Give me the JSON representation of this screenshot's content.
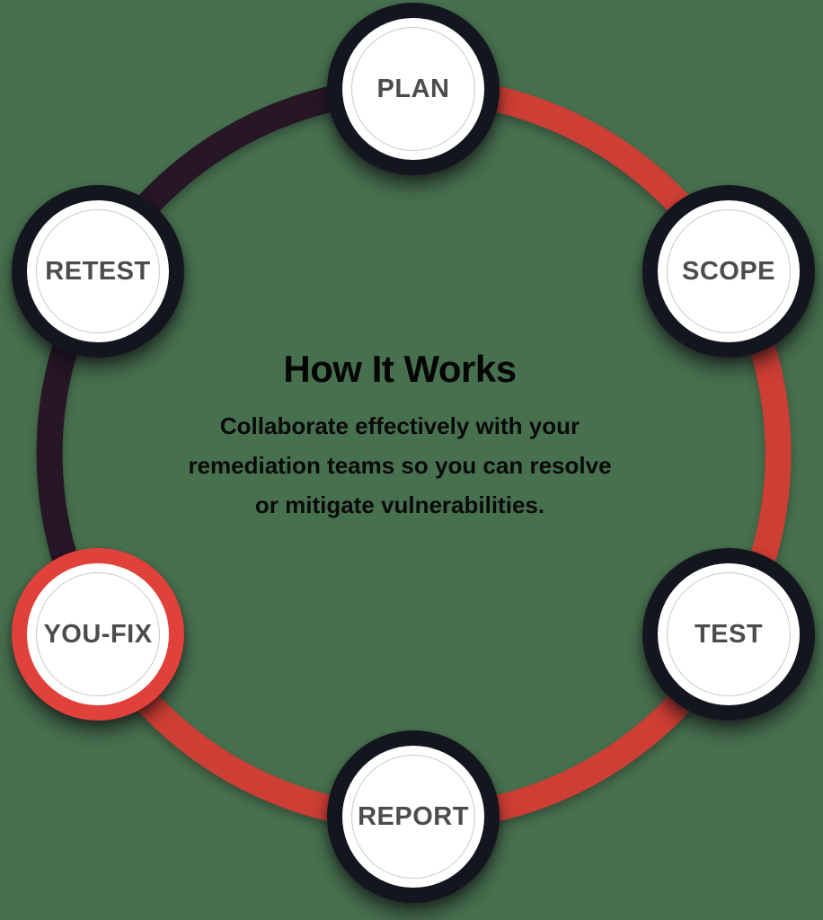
{
  "diagram": {
    "title": "How It Works",
    "description_lines": [
      "Collaborate effectively with your",
      "remediation teams so you can resolve",
      "or mitigate vulnerabilities."
    ],
    "nodes": [
      {
        "label": "PLAN",
        "accent": "dark"
      },
      {
        "label": "SCOPE",
        "accent": "dark"
      },
      {
        "label": "TEST",
        "accent": "dark"
      },
      {
        "label": "REPORT",
        "accent": "dark"
      },
      {
        "label": "YOU-FIX",
        "accent": "red"
      },
      {
        "label": "RETEST",
        "accent": "dark"
      }
    ],
    "cycle_order": [
      "PLAN",
      "SCOPE",
      "TEST",
      "REPORT",
      "YOU-FIX",
      "RETEST"
    ],
    "colors": {
      "background": "#47704E",
      "ring_red": "#CD3E34",
      "ring_dark": "#271626",
      "node_border_dark": "#14161F",
      "node_border_red": "#E0413A",
      "node_fill": "#FFFFFF",
      "node_inner_ring": "#C9C9C9",
      "node_label": "#4C4C4C",
      "heading_text": "#050505",
      "body_text": "#0A0A0A"
    }
  }
}
